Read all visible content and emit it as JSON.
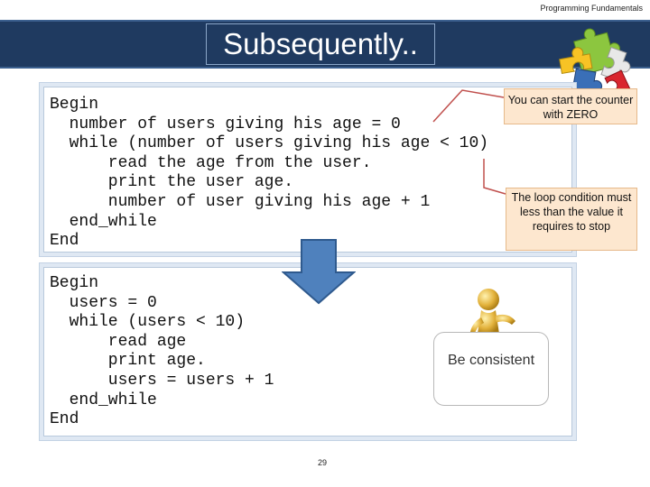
{
  "header": {
    "label": "Programming Fundamentals"
  },
  "title": "Subsequently..",
  "code_block_1": {
    "lines": [
      "Begin",
      "  number of users giving his age = 0",
      "  while (number of users giving his age < 10)",
      "      read the age from the user.",
      "      print the user age.",
      "      number of user giving his age + 1",
      "  end_while",
      "End"
    ]
  },
  "code_block_2": {
    "lines": [
      "Begin",
      "  users = 0",
      "  while (users < 10)",
      "      read age",
      "      print age.",
      "      users = users + 1",
      "  end_while",
      "End"
    ]
  },
  "callouts": {
    "counter_note": "You can start the counter with ZERO",
    "loop_note": "The loop condition must less than the value it requires to stop"
  },
  "sign": {
    "text": "Be consistent"
  },
  "page_number": "29",
  "colors": {
    "title_bar": "#1f3a60",
    "callout_fill": "#fde7cf",
    "connector": "#c0504d",
    "arrow": "#4f81bd"
  },
  "icons": {
    "puzzle": "puzzle-pieces-icon",
    "arrow": "down-arrow-icon",
    "figure": "stick-figure-icon"
  }
}
